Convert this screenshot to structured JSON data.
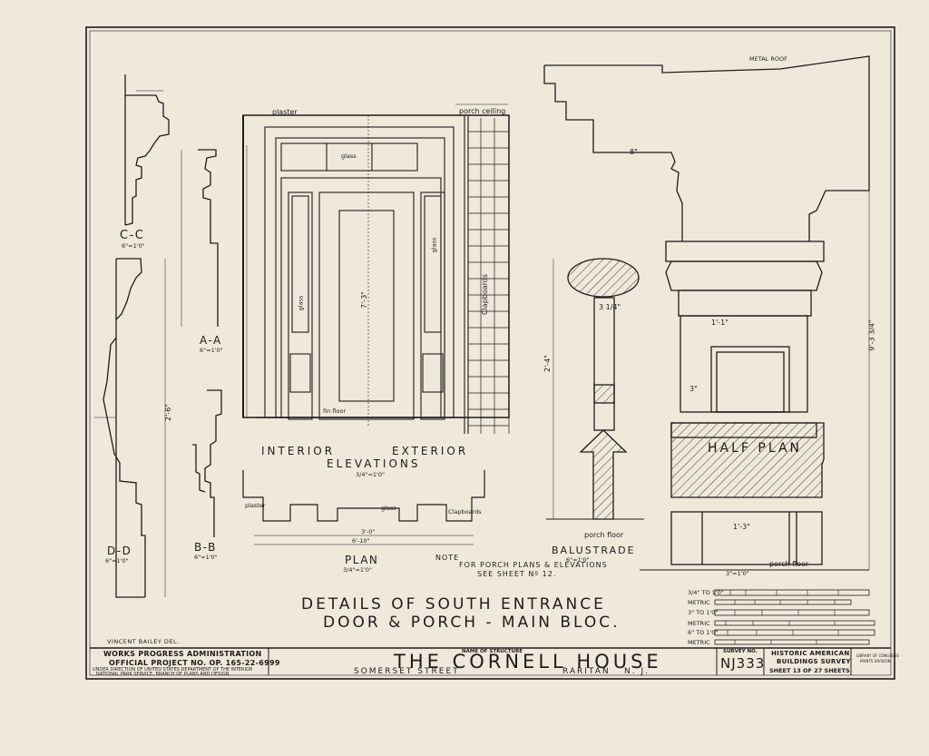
{
  "drawing": {
    "title_line1": "DETAILS OF SOUTH ENTRANCE",
    "title_line2": "DOOR & PORCH - MAIN BLOC.",
    "note_label": "NOTE",
    "note_line1": "FOR PORCH PLANS & ELEVATIONS",
    "note_line2": "SEE SHEET Nº 12.",
    "delineator": "VINCENT BAILEY DEL."
  },
  "views": {
    "cc": {
      "label": "C-C",
      "scale": "6\"=1'0\""
    },
    "aa": {
      "label": "A-A",
      "scale": "6\"=1'0\""
    },
    "bb": {
      "label": "B-B",
      "scale": "6\"=1'0\""
    },
    "dd": {
      "label": "D-D",
      "scale": "6\"=1'0\""
    },
    "elevations": {
      "label_interior": "INTERIOR",
      "label_exterior": "EXTERIOR",
      "label": "ELEVATIONS",
      "scale": "3/4\"=1'0\""
    },
    "plan": {
      "label": "PLAN",
      "scale": "3/4\"=1'0\""
    },
    "balustrade": {
      "label": "BALUSTRADE",
      "scale": "6\"=1'0\""
    },
    "half_plan": {
      "label": "HALF PLAN",
      "scale": "3\"=1'0\""
    }
  },
  "annotations": {
    "plaster": "plaster",
    "porch_ceiling": "porch ceiling",
    "glass": "glass",
    "clapboards": "Clapboards",
    "fin_floor": "fin floor",
    "porch_floor": "porch floor",
    "metal_roof": "METAL ROOF",
    "door_height": "7'-3\"",
    "plan_total": "6'-10\"",
    "plan_mid": "3'-0\"",
    "half_width": "1'-1\"",
    "base_width": "1'-3\"",
    "col_height": "9'-3 3/4\"",
    "dd_height": "2'-6\"",
    "dim_8": "8\"",
    "dim_3": "3\"",
    "baluster_height": "2'-4\"",
    "baluster_rail": "3 1/4\""
  },
  "scales": {
    "labels": [
      "3/4\" TO 1'0\"",
      "METRIC",
      "3\" TO 1'0\"",
      "METRIC",
      "6\" TO 1'0\"",
      "METRIC"
    ]
  },
  "title_block": {
    "agency_line1": "WORKS PROGRESS ADMINISTRATION",
    "agency_line2": "OFFICIAL PROJECT NO. OP. 165-22-6999",
    "agency_line3": "UNDER DIRECTION OF UNITED STATES DEPARTMENT OF THE INTERIOR",
    "agency_line4": "NATIONAL PARK SERVICE, BRANCH OF PLANS AND DESIGN",
    "name_caption": "NAME OF STRUCTURE",
    "structure_name": "THE CORNELL HOUSE",
    "street": "SOMERSET STREET",
    "town": "RARITAN",
    "state": "N. J.",
    "survey_caption": "SURVEY NO.",
    "survey_no": "NJ333",
    "habs_line1": "HISTORIC AMERICAN",
    "habs_line2": "BUILDINGS SURVEY",
    "sheet_text": "SHEET 13 OF 27 SHEETS",
    "loc_line1": "LIBRARY OF CONGRESS",
    "loc_line2": "PRINTS DIVISION"
  }
}
